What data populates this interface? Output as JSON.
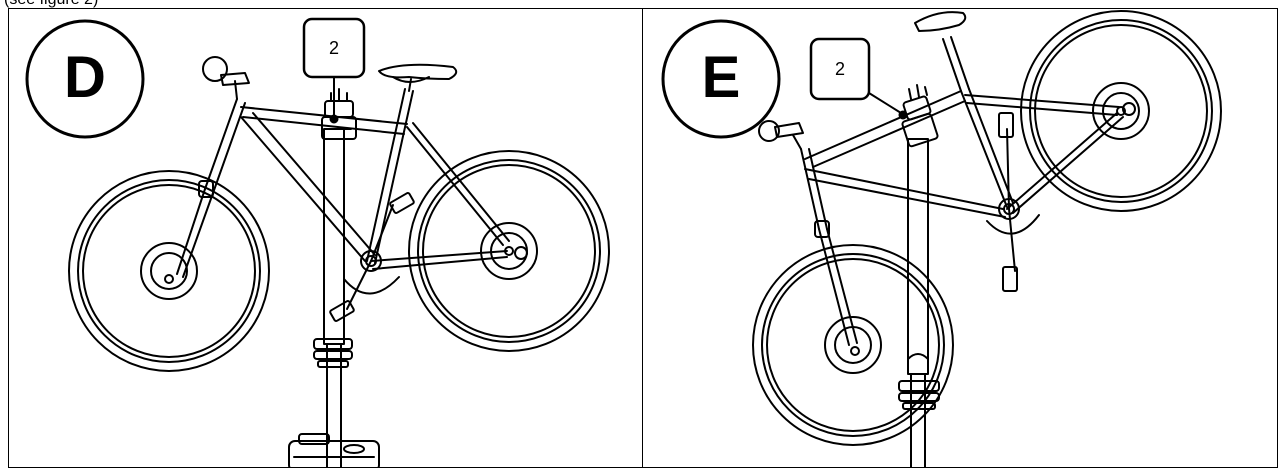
{
  "top_note": "(see figure 2)",
  "panels": [
    {
      "letter": "D",
      "callout": "2"
    },
    {
      "letter": "E",
      "callout": "2"
    }
  ]
}
